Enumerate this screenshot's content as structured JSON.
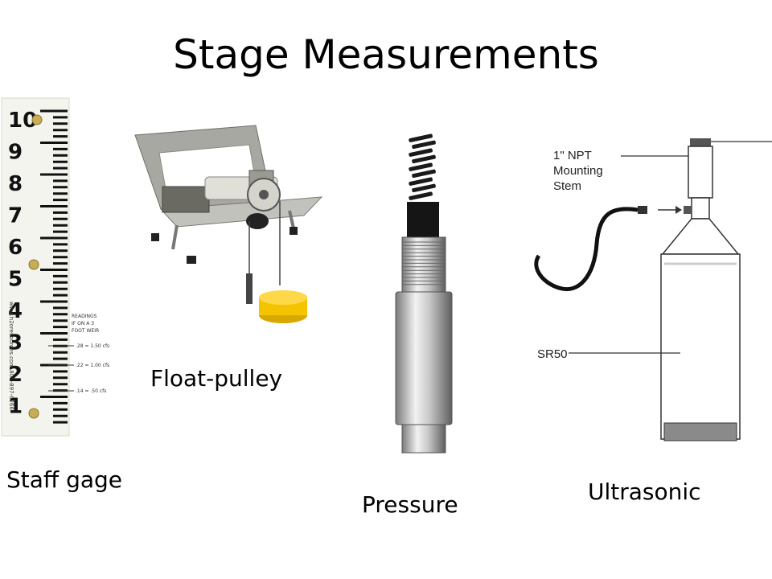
{
  "title": "Stage Measurements",
  "captions": {
    "staff_gage": "Staff gage",
    "float_pulley": "Float-pulley",
    "pressure": "Pressure",
    "ultrasonic": "Ultrasonic"
  },
  "staff_gage": {
    "numbers": [
      "10",
      "9",
      "8",
      "7",
      "6",
      "5",
      "4",
      "3",
      "2",
      "1"
    ],
    "readings_header": [
      "READINGS",
      "IF ON A 3",
      "FOOT WEIR"
    ],
    "readings": [
      ".28 = 1.50 cfs",
      ".22 = 1.00 cfs",
      ".14 = .50 cfs"
    ],
    "side_text": "www.h2oresources.com   800-897-6266"
  },
  "ultrasonic": {
    "stem_label": [
      "1\" NPT",
      "Mounting",
      "Stem"
    ],
    "sensor_label": "SR50"
  }
}
